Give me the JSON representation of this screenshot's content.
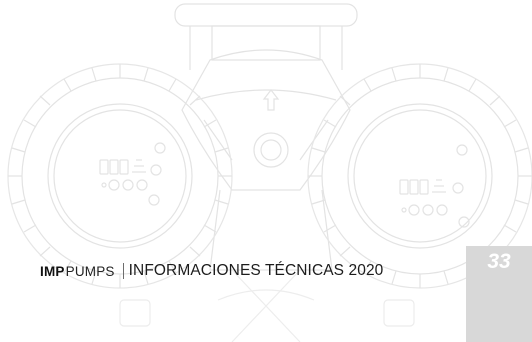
{
  "footer": {
    "brand_bold": "IMP",
    "brand_light": "PUMPS",
    "title": "INFORMACIONES TÉCNICAS 2020"
  },
  "page_number": "33",
  "colors": {
    "line_art": "#e2e2e2",
    "page_box": "#d8d8d8",
    "text": "#1c1c1c"
  },
  "icons": {
    "display": "pump-display-panel",
    "arrow": "up-arrow-icon"
  }
}
